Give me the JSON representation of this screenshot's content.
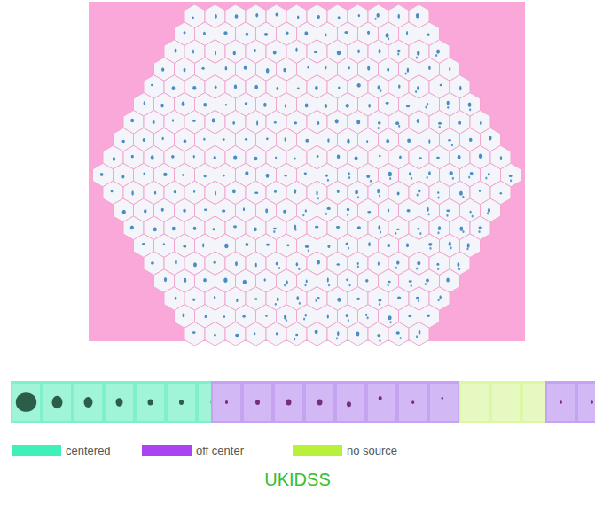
{
  "diagram": {
    "caption": "UKIDSS",
    "legend": [
      {
        "text": "centered",
        "color": "#3ff0b8"
      },
      {
        "text": "off center",
        "color": "#a845f0"
      },
      {
        "text": "no source",
        "color": "#b8f03c"
      }
    ]
  }
}
